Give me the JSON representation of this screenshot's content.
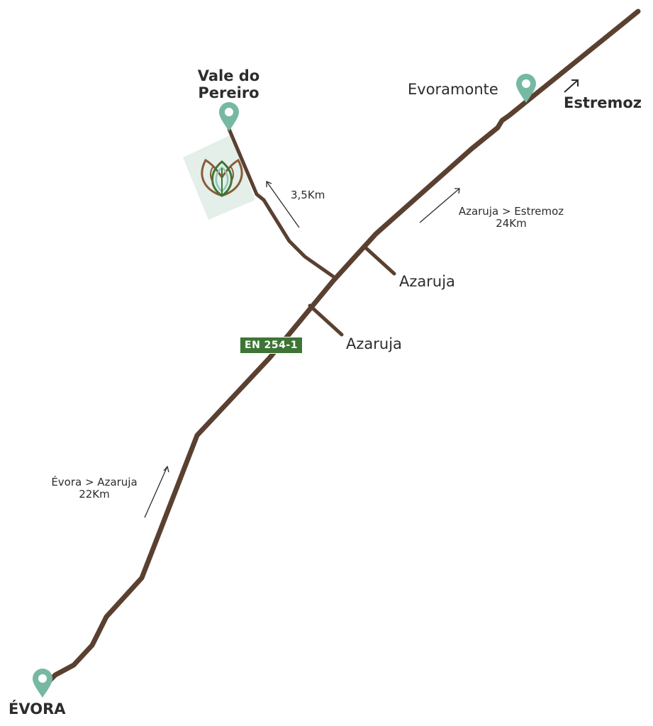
{
  "places": {
    "vale_do_pereiro": [
      "Vale do",
      "Pereiro"
    ],
    "evoramonte": "Evoramonte",
    "estremoz": "Estremoz",
    "azaruja_1": "Azaruja",
    "azaruja_2": "Azaruja",
    "evora": "ÉVORA"
  },
  "distances": {
    "local": "3,5Km",
    "azaruja_estremoz": [
      "Azaruja > Estremoz",
      "24Km"
    ],
    "evora_azaruja": [
      "Évora > Azaruja",
      "22Km"
    ]
  },
  "road": {
    "name": "EN 254-1"
  },
  "colors": {
    "road": "#5a4030",
    "pin": "#76b9a2",
    "estate_area": "#e3efe8",
    "road_badge": "#3d7535",
    "text": "#2e2c2b",
    "logo_brown": "#8a5a3a",
    "logo_green_dark": "#3d7535",
    "logo_green_light": "#8cc9b5"
  },
  "icons": {
    "pin": "map-pin-icon",
    "arrow": "arrow-up-right-icon",
    "logo": "leaf-logo-icon"
  }
}
